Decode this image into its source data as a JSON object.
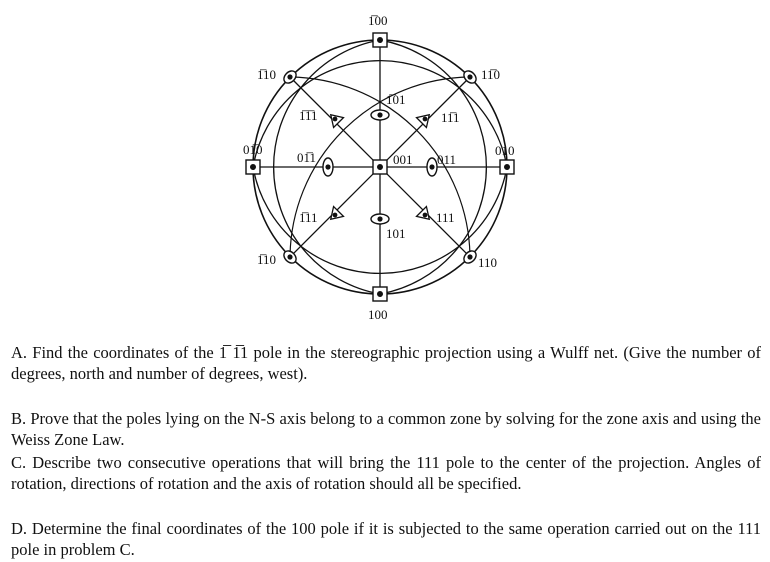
{
  "diagram": {
    "poles": [
      {
        "id": "p100top",
        "label": "1̅00",
        "symbol": "square"
      },
      {
        "id": "p100bot",
        "label": "100",
        "symbol": "square"
      },
      {
        "id": "p010left",
        "label": "01̅0",
        "symbol": "square"
      },
      {
        "id": "p010right",
        "label": "010",
        "symbol": "square"
      },
      {
        "id": "p001",
        "label": "001",
        "symbol": "square"
      },
      {
        "id": "p1b10",
        "label": "1̅10",
        "symbol": "ellipse"
      },
      {
        "id": "p1b10r",
        "label": "1̅10",
        "symbol": "ellipse"
      },
      {
        "id": "p110l",
        "label": "11̅0",
        "symbol": "ellipse"
      },
      {
        "id": "p110r",
        "label": "110",
        "symbol": "ellipse"
      },
      {
        "id": "p1b01",
        "label": "1̅01",
        "symbol": "ellipse"
      },
      {
        "id": "p101",
        "label": "101",
        "symbol": "ellipse"
      },
      {
        "id": "p01b1",
        "label": "01̅1",
        "symbol": "ellipse"
      },
      {
        "id": "p011",
        "label": "011",
        "symbol": "ellipse"
      },
      {
        "id": "p1b1b1",
        "label": "1̅1̅1",
        "symbol": "triangle"
      },
      {
        "id": "p1b11",
        "label": "1̅11",
        "symbol": "triangle"
      },
      {
        "id": "p11b1",
        "label": "11̅1",
        "symbol": "triangle"
      },
      {
        "id": "p111",
        "label": "111",
        "symbol": "triangle"
      }
    ]
  },
  "questions": {
    "a_pre": "A.  Find the coordinates of the ",
    "a_pole": "1̅ 1̅1",
    "a_post": "  pole in the stereographic projection using a Wulff net. (Give the number of degrees, north and number of degrees, west).",
    "b": "B. Prove that the poles lying on the N-S axis belong to a common zone by solving for the zone axis and using the Weiss Zone Law.",
    "c": "C.  Describe two consecutive operations that will bring the 111 pole to the center of the projection. Angles of rotation, directions of rotation and the axis of rotation should all be specified.",
    "d": "D. Determine the final coordinates of the 100 pole if it is subjected to the same operation carried out on the 111 pole in problem C."
  }
}
